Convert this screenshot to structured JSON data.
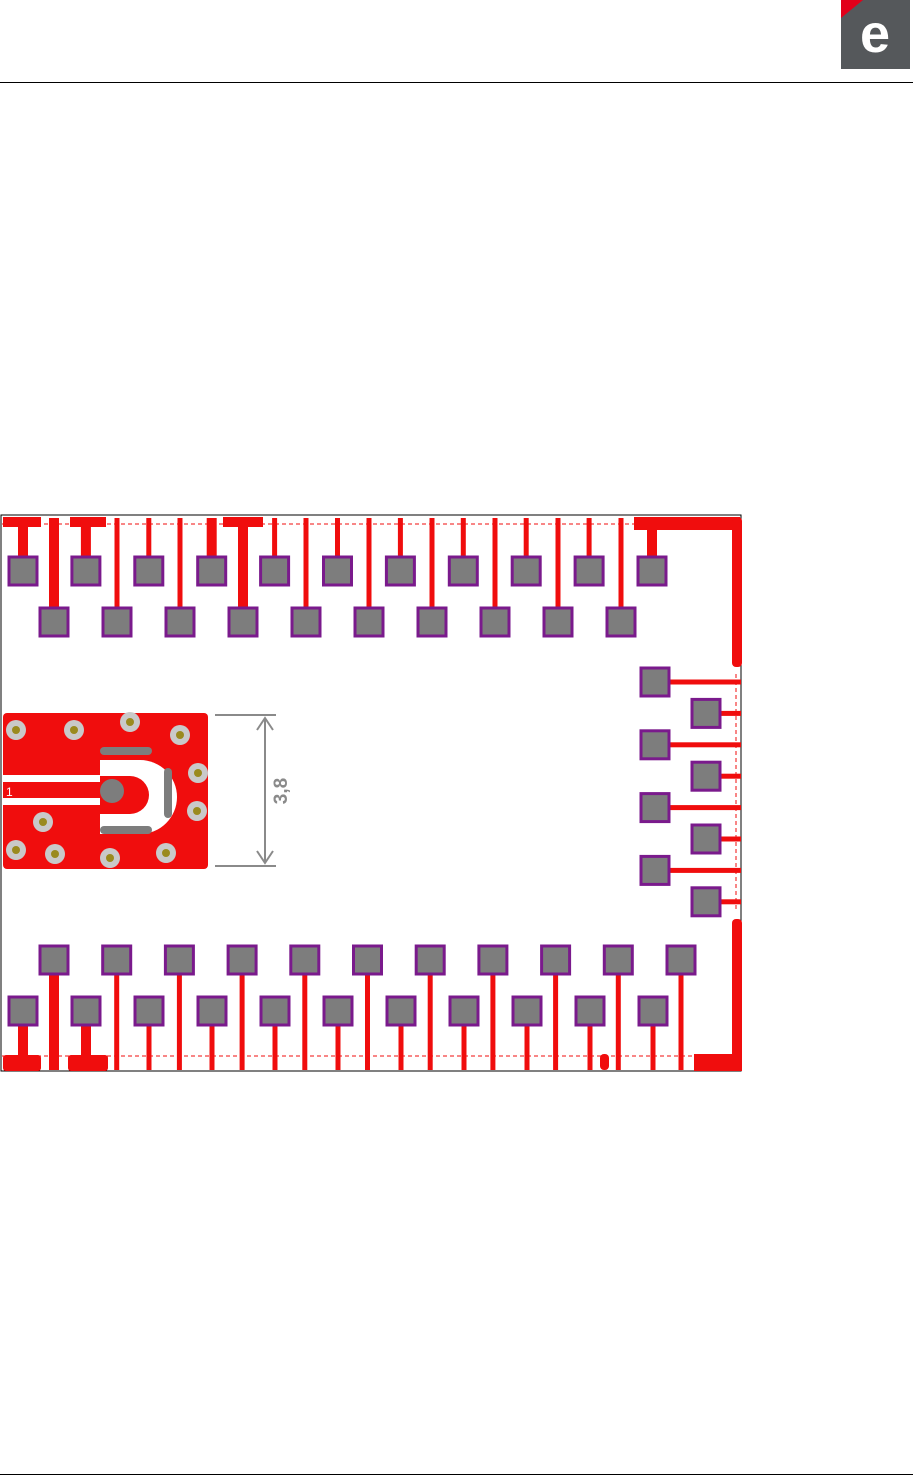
{
  "header": {
    "logo": {
      "icon": "letter-e-logo",
      "letter": "e"
    }
  },
  "colors": {
    "copper": "#f00d0d",
    "pad_fill": "#7d7d7d",
    "pad_outline": "#7a1a8c",
    "dimension": "#8a8a8a",
    "logo_bg": "#55585b",
    "logo_accent": "#e2001a",
    "via_ring": "#c9c9c9",
    "via_hole": "#9a8a1e"
  },
  "pcb": {
    "dimension_label": "3,8",
    "pin_label": "1",
    "pad_counts": {
      "top_outer_row": 11,
      "top_inner_row": 10,
      "bottom_inner_row": 11,
      "bottom_outer_row": 11,
      "right_side": 8
    }
  }
}
